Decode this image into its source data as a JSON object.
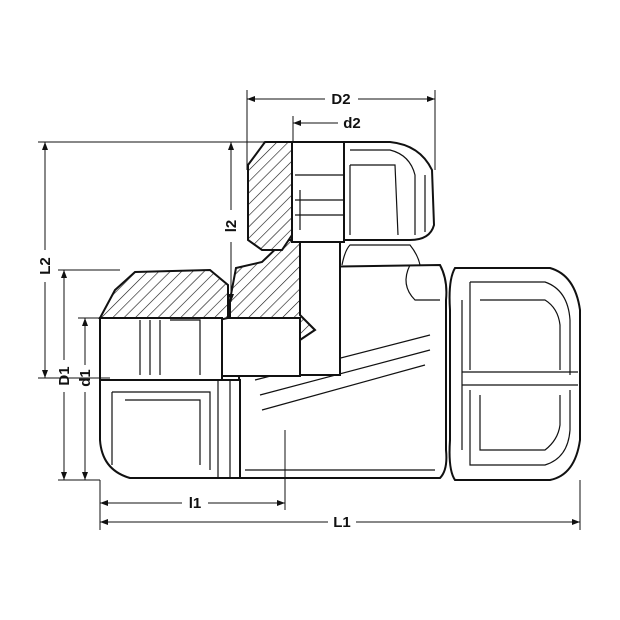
{
  "title": "Compression tee fitting dimension drawing",
  "dimensions": {
    "D2": "D2",
    "d2": "d2",
    "L2": "L2",
    "l2": "l2",
    "D1": "D1",
    "d1": "d1",
    "l1": "l1",
    "L1": "L1"
  },
  "colors": {
    "line": "#111111",
    "background": "#ffffff"
  }
}
